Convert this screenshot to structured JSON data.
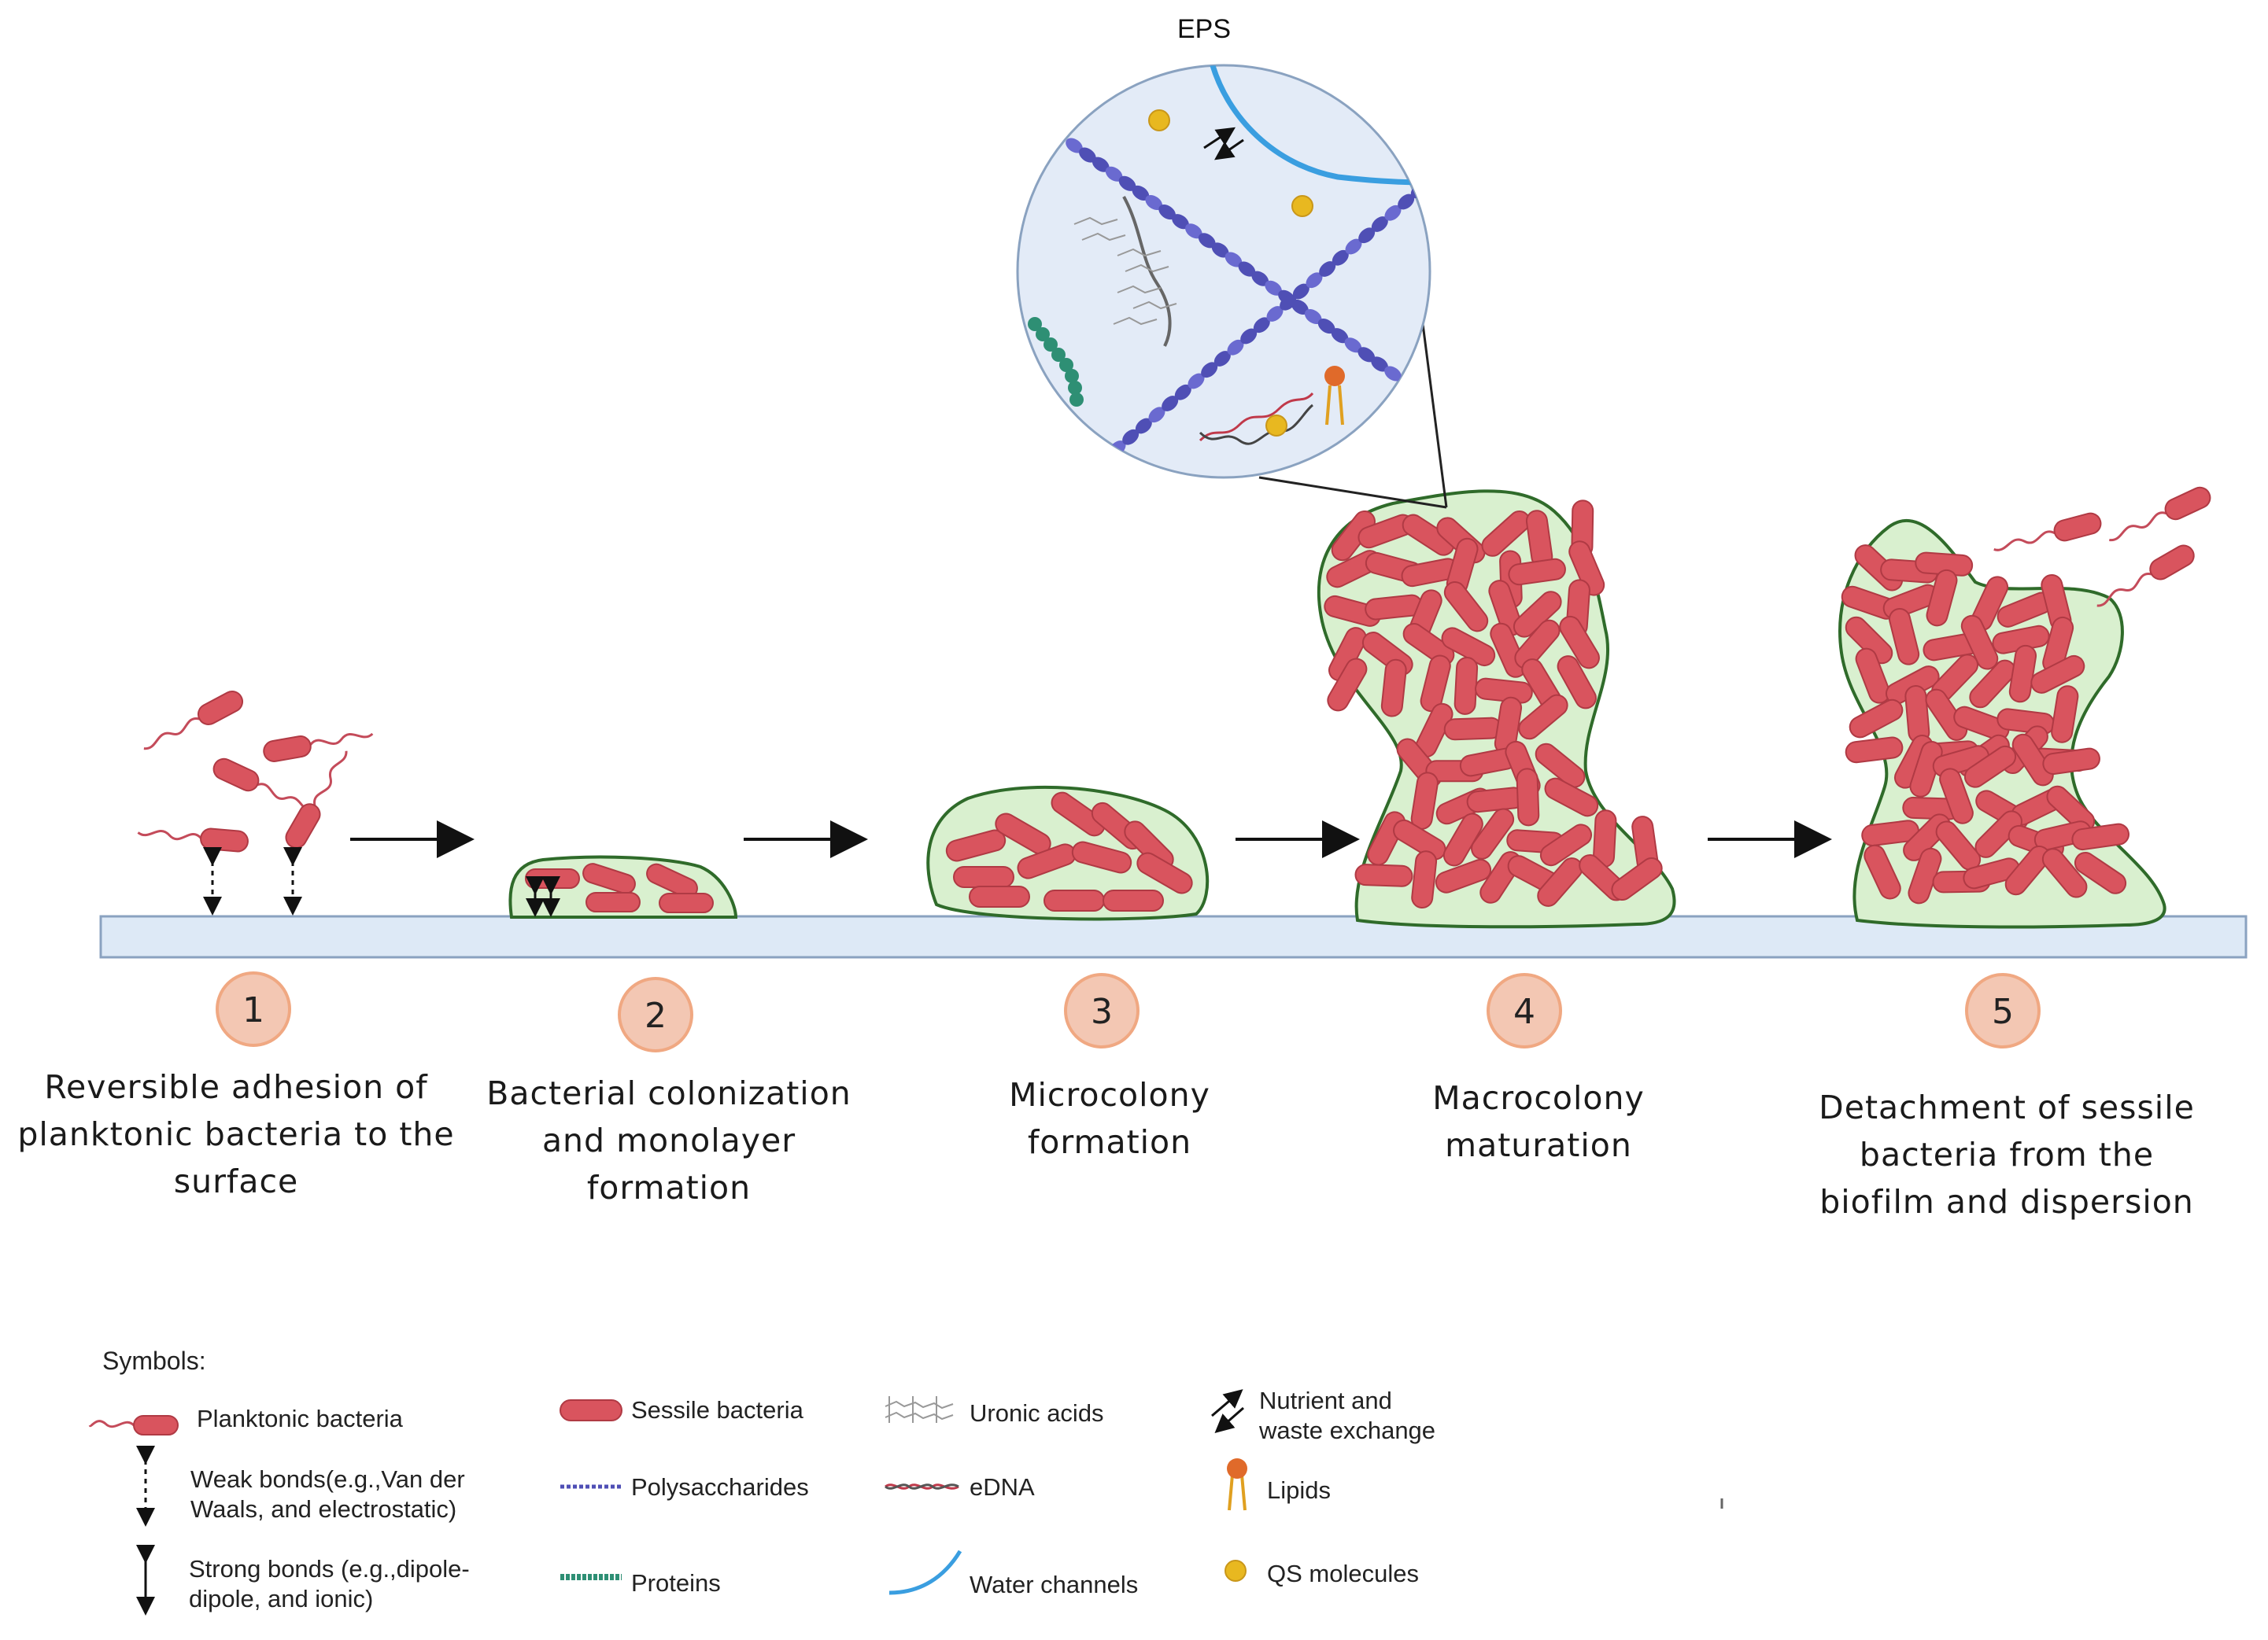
{
  "eps_title": "EPS",
  "stages": [
    {
      "number": "1",
      "label_lines": [
        "Reversible adhesion of",
        "planktonic bacteria to the",
        "surface"
      ]
    },
    {
      "number": "2",
      "label_lines": [
        "Bacterial colonization",
        "and monolayer",
        "formation"
      ]
    },
    {
      "number": "3",
      "label_lines": [
        "Microcolony",
        "formation"
      ]
    },
    {
      "number": "4",
      "label_lines": [
        "Macrocolony",
        "maturation"
      ]
    },
    {
      "number": "5",
      "label_lines": [
        "Detachment of sessile",
        "bacteria from the",
        "biofilm and dispersion"
      ]
    }
  ],
  "legend": {
    "title": "Symbols:",
    "items": [
      {
        "icon": "planktonic-bacterium-icon",
        "lines": [
          "Planktonic bacteria"
        ]
      },
      {
        "icon": "weak-bond-arrow-icon",
        "lines": [
          "Weak bonds(e.g.,Van der",
          "Waals, and electrostatic)"
        ]
      },
      {
        "icon": "strong-bond-arrow-icon",
        "lines": [
          "Strong bonds (e.g.,dipole-",
          "dipole, and ionic)"
        ]
      },
      {
        "icon": "sessile-bacterium-icon",
        "lines": [
          "Sessile bacteria"
        ]
      },
      {
        "icon": "polysaccharide-chain-icon",
        "lines": [
          "Polysaccharides"
        ]
      },
      {
        "icon": "protein-chain-icon",
        "lines": [
          "Proteins"
        ]
      },
      {
        "icon": "uronic-acids-icon",
        "lines": [
          "Uronic acids"
        ]
      },
      {
        "icon": "edna-helix-icon",
        "lines": [
          "eDNA"
        ]
      },
      {
        "icon": "water-channel-icon",
        "lines": [
          "Water channels"
        ]
      },
      {
        "icon": "exchange-arrows-icon",
        "lines": [
          "Nutrient and",
          "waste exchange"
        ]
      },
      {
        "icon": "lipid-icon",
        "lines": [
          "Lipids"
        ]
      },
      {
        "icon": "qs-molecule-icon",
        "lines": [
          "QS molecules"
        ]
      }
    ]
  },
  "colors": {
    "bacteria": "#d9545e",
    "bacteria_stroke": "#b03a44",
    "biofilm_fill": "#d9f0cf",
    "biofilm_stroke": "#2f6b2a",
    "surface": "#dde9f6",
    "surface_stroke": "#8aa2c0",
    "circle_fill": "#f3c7b3",
    "circle_stroke": "#f0a882",
    "zoom_fill": "#e3ebf7",
    "polysaccharide": "#4f4fb5",
    "water_channel": "#3a9ee0",
    "protein": "#2e8f74",
    "qs": "#e8b820",
    "lipid": "#e06a2a"
  }
}
